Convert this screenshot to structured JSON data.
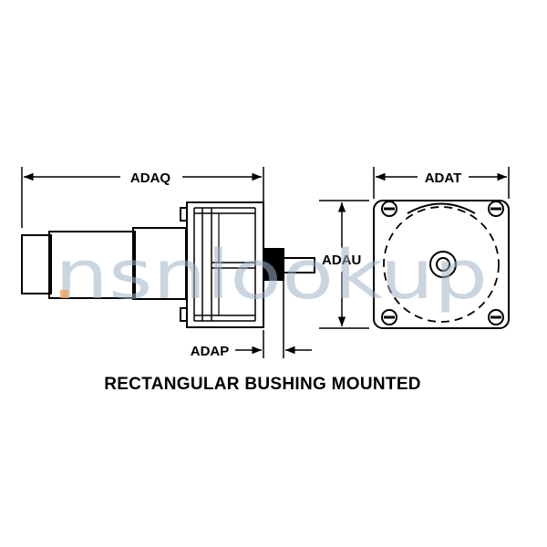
{
  "diagram": {
    "dimensions": {
      "adaq": "ADAQ",
      "adat": "ADAT",
      "adau": "ADAU",
      "adap": "ADAP"
    },
    "caption": "RECTANGULAR BUSHING MOUNTED",
    "watermark": {
      "text": "nsnlookup",
      "accent_color": "#f0a35a",
      "text_color": "#9fb3c8"
    }
  }
}
